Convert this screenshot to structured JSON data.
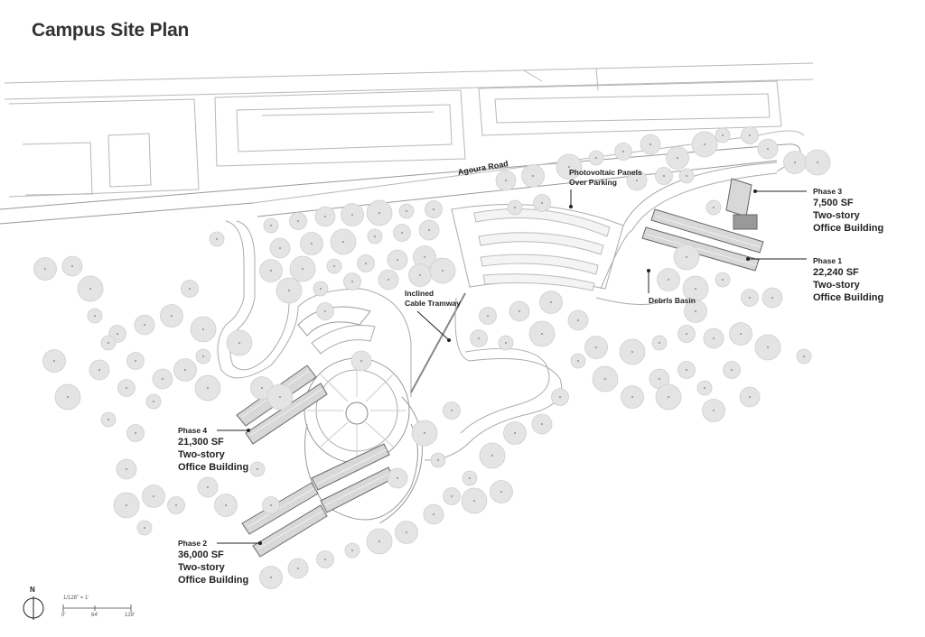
{
  "title": "Campus Site Plan",
  "road": "Agoura Road",
  "labels": {
    "photovoltaic_1": "Photovoltaic Panels",
    "photovoltaic_2": "Over Parking",
    "tramway_1": "Inclined",
    "tramway_2": "Cable Tramway",
    "debris": "Debris Basin"
  },
  "phases": [
    {
      "phase": "Phase 3",
      "area": "7,500 SF",
      "type1": "Two-story",
      "type2": "Office Building"
    },
    {
      "phase": "Phase 1",
      "area": "22,240 SF",
      "type1": "Two-story",
      "type2": "Office Building"
    },
    {
      "phase": "Phase 4",
      "area": "21,300 SF",
      "type1": "Two-story",
      "type2": "Office Building"
    },
    {
      "phase": "Phase 2",
      "area": "36,000 SF",
      "type1": "Two-story",
      "type2": "Office Building"
    }
  ],
  "north": "N",
  "scale": {
    "ratio": "1/128\" = 1'",
    "t0": "0'",
    "t1": "64'",
    "t2": "128'"
  }
}
